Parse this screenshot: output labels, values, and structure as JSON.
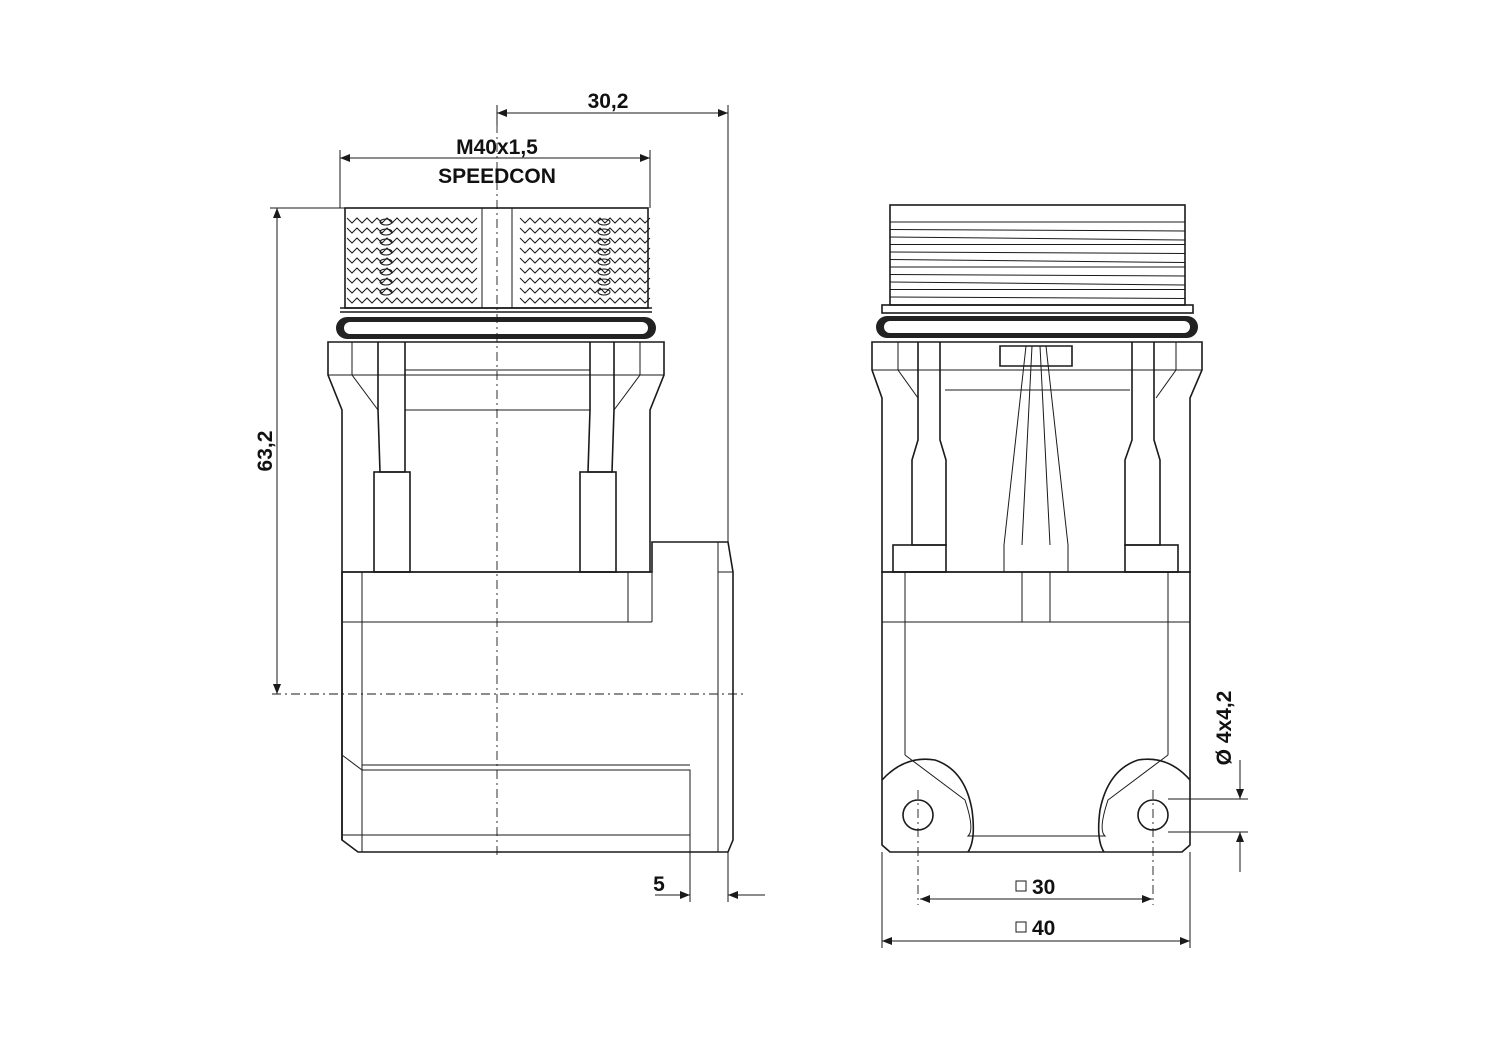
{
  "dimensions": {
    "thread_line1": "M40x1,5",
    "thread_line2": "SPEEDCON",
    "offset_width": "30,2",
    "height": "63,2",
    "flange_offset": "5",
    "hole_diameter": "Ø 4x4,2",
    "hole_spacing": "30",
    "flange_size": "40"
  }
}
